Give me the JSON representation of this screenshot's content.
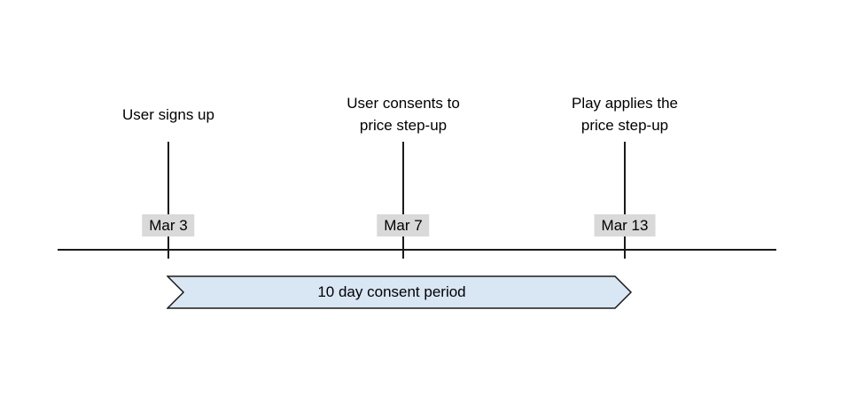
{
  "diagram": {
    "type": "timeline",
    "events": [
      {
        "label": "User signs up",
        "date": "Mar 3"
      },
      {
        "label": "User consents to\nprice step-up",
        "date": "Mar 7"
      },
      {
        "label": "Play applies the\nprice step-up",
        "date": "Mar 13"
      }
    ],
    "banner": {
      "label": "10 day consent period",
      "fill_color": "#d9e6f4",
      "border_color": "#1a1a1a"
    },
    "colors": {
      "axis_line": "#1a1a1a",
      "date_highlight": "#d9d9d9"
    }
  }
}
